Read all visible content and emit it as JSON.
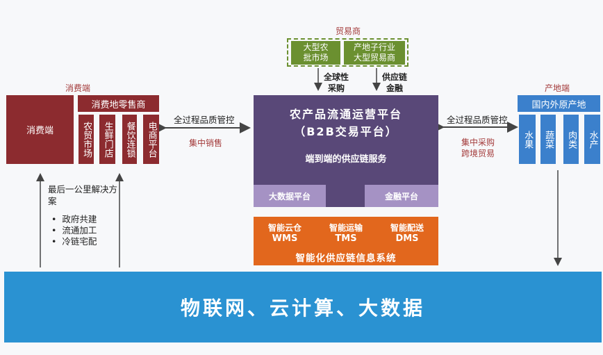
{
  "consumer": {
    "label": "消费端",
    "main_box": "消费端",
    "retail_header": "消费地零售商",
    "retail_items": [
      "农贸市场",
      "生鲜门店",
      "餐饮连锁",
      "电商平台"
    ]
  },
  "left_link": {
    "top": "全过程品质管控",
    "bottom": "集中销售"
  },
  "last_mile": {
    "title": "最后一公里解决方案",
    "bullets": [
      "政府共建",
      "流通加工",
      "冷链宅配"
    ]
  },
  "traders": {
    "label": "贸易商",
    "items": [
      "大型农\n批市场",
      "产地子行业\n大型贸易商"
    ],
    "arrow_labels": [
      "全球性\n采购",
      "供应链\n金融"
    ]
  },
  "platform": {
    "title": "农产品流通运营平台",
    "subtitle": "（B2B交易平台）",
    "service": "端到端的供应链服务",
    "sub_left": "大数据平台",
    "sub_right": "金融平台"
  },
  "scm": {
    "modules": [
      {
        "name": "智能云仓",
        "code": "WMS"
      },
      {
        "name": "智能运输",
        "code": "TMS"
      },
      {
        "name": "智能配送",
        "code": "DMS"
      }
    ],
    "title": "智能化供应链信息系统"
  },
  "right_link": {
    "top": "全过程品质管控",
    "bottom": "集中采购\n跨境贸易"
  },
  "origin": {
    "label": "产地端",
    "header": "国内外原产地",
    "items": [
      "水果",
      "蔬菜",
      "肉类",
      "水产"
    ]
  },
  "foundation": {
    "title": "物联网、云计算、大数据"
  },
  "colors": {
    "red": "#8c2b2f",
    "purple": "#594878",
    "lavender": "#a592c4",
    "orange": "#e2671d",
    "green": "#6b9030",
    "blue": "#3b80cc",
    "band": "#2a92d2"
  }
}
